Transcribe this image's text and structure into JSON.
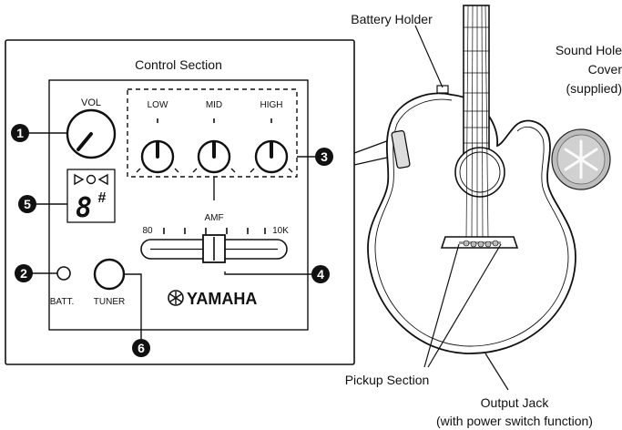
{
  "labels": {
    "control_section": "Control Section",
    "vol": "VOL",
    "low": "LOW",
    "mid": "MID",
    "high": "HIGH",
    "amf": "AMF",
    "amf_min": "80",
    "amf_max": "10K",
    "batt": "BATT.",
    "tuner": "TUNER",
    "brand": "YAMAHA",
    "tuner_note": "8",
    "tuner_sharp": "#",
    "battery_holder": "Battery Holder",
    "sound_hole_cover_1": "Sound Hole",
    "sound_hole_cover_2": "Cover",
    "sound_hole_cover_3": "(supplied)",
    "pickup_section": "Pickup Section",
    "output_jack_1": "Output Jack",
    "output_jack_2": "(with power switch function)"
  },
  "badges": [
    "1",
    "2",
    "3",
    "4",
    "5",
    "6"
  ]
}
